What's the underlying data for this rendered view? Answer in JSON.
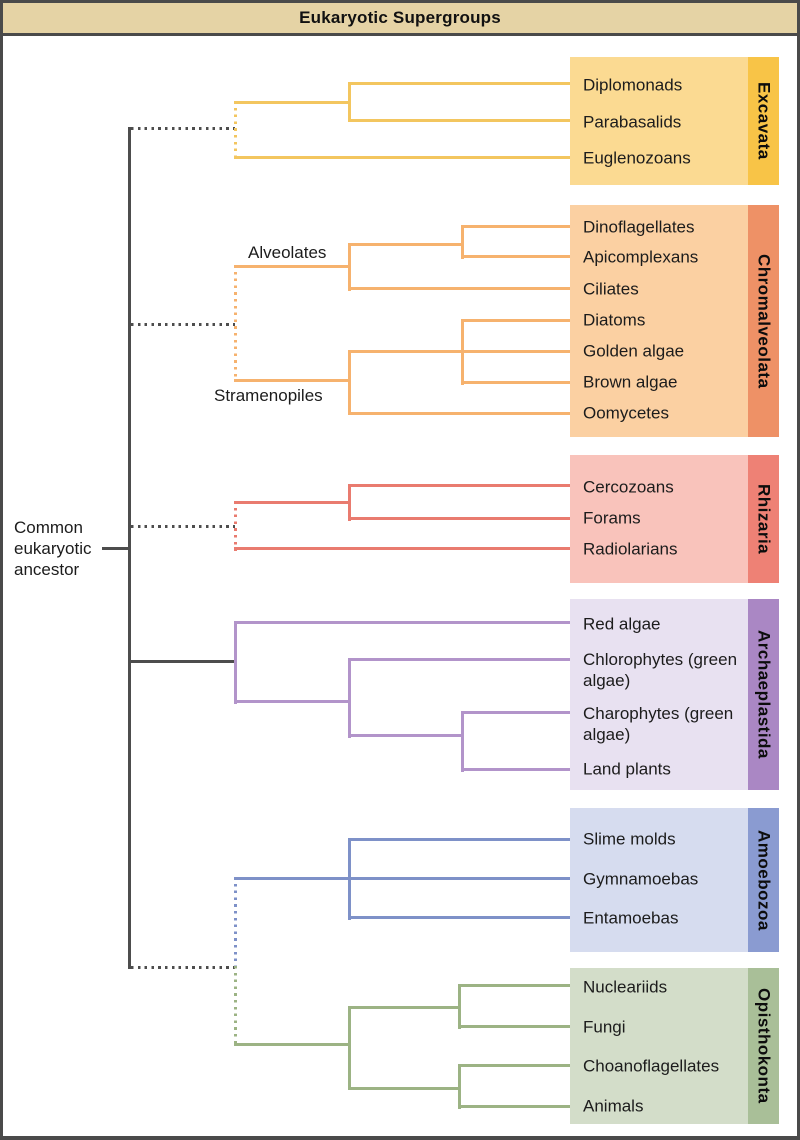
{
  "title": "Eukaryotic Supergroups",
  "ancestor_label": "Common eukaryotic ancestor",
  "colors": {
    "background": "#ffffff",
    "frame_border": "#4a4a4a",
    "header_bg": "#e5d3a5",
    "trunk": "#4d4d4d",
    "text": "#1c1c1c"
  },
  "clade_labels": [
    {
      "text": "Alveolates"
    },
    {
      "text": "Stramenopiles"
    }
  ],
  "groups": [
    {
      "name": "Excavata",
      "line_color": "#f3c65f",
      "panel_color": "#fbda92",
      "strip_color": "#f8c447",
      "taxa": [
        "Diplomonads",
        "Parabasalids",
        "Euglenozoans"
      ]
    },
    {
      "name": "Chromalveolata",
      "line_color": "#f6b26e",
      "panel_color": "#fbd0a2",
      "strip_color": "#ee9166",
      "taxa": [
        "Dinoflagellates",
        "Apicomplexans",
        "Ciliates",
        "Diatoms",
        "Golden algae",
        "Brown algae",
        "Oomycetes"
      ]
    },
    {
      "name": "Rhizaria",
      "line_color": "#e97b6f",
      "panel_color": "#f9c3bb",
      "strip_color": "#ee8175",
      "taxa": [
        "Cercozoans",
        "Forams",
        "Radiolarians"
      ]
    },
    {
      "name": "Archaeplastida",
      "line_color": "#b294ca",
      "panel_color": "#e8e1f1",
      "strip_color": "#aa87c4",
      "taxa": [
        "Red algae",
        "Chlorophytes (green algae)",
        "Charophytes (green algae)",
        "Land plants"
      ]
    },
    {
      "name": "Amoebozoa",
      "line_color": "#7e91c8",
      "panel_color": "#d6dcef",
      "strip_color": "#8a9bd1",
      "taxa": [
        "Slime molds",
        "Gymnamoebas",
        "Entamoebas"
      ]
    },
    {
      "name": "Opisthokonta",
      "line_color": "#9cb384",
      "panel_color": "#d3ddc9",
      "strip_color": "#a9bf98",
      "taxa": [
        "Nucleariids",
        "Fungi",
        "Choanoflagellates",
        "Animals"
      ]
    }
  ]
}
